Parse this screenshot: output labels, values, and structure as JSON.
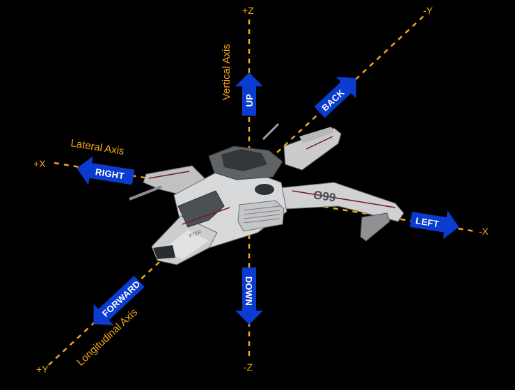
{
  "axes": {
    "vertical": {
      "title": "Vertical Axis",
      "positive_end": "+Z",
      "negative_end": "-Z"
    },
    "lateral": {
      "title": "Lateral Axis",
      "positive_end": "+X",
      "negative_end": "-X"
    },
    "longitudinal": {
      "title": "Longitudinal Axis",
      "positive_end": "+Y",
      "negative_end": "-Y"
    }
  },
  "directions": {
    "up": "UP",
    "down": "DOWN",
    "right": "RIGHT",
    "left": "LEFT",
    "forward": "FORWARD",
    "back": "BACK"
  },
  "ship": {
    "hull_number": "O99",
    "nose_marking": "F7ER"
  },
  "colors": {
    "background": "#000000",
    "axis": "#f2a71b",
    "arrow": "#0a3ccf",
    "arrow_text": "#ffffff",
    "hull": "#d4d6d8",
    "hull_stripe": "#7a1a22"
  }
}
